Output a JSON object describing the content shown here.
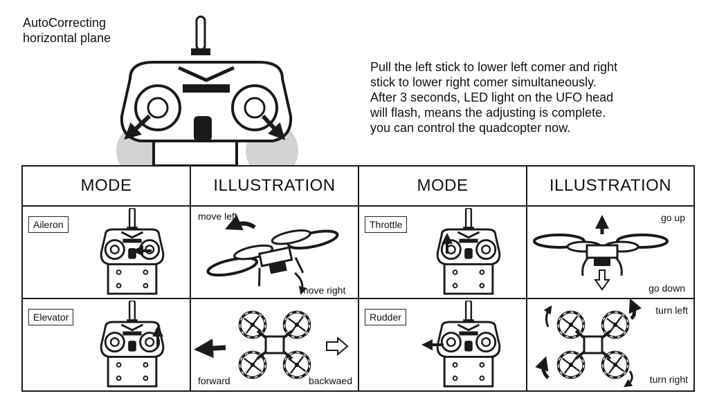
{
  "header": {
    "caption_lines": [
      "AutoCorrecting",
      "horizontal plane"
    ],
    "instruction_lines": [
      "Pull the left stick to lower left comer and right",
      "stick to lower right comer simultaneously.",
      "After 3 seconds, LED light on the UFO head",
      "will flash, means the adjusting is complete.",
      "you can control the quadcopter now."
    ]
  },
  "table": {
    "headers": [
      "MODE",
      "ILLUSTRATION",
      "MODE",
      "ILLUSTRATION"
    ],
    "modes": {
      "aileron": {
        "label": "Aileron",
        "illustration_labels": [
          "move left",
          "move right"
        ]
      },
      "throttle": {
        "label": "Throttle",
        "illustration_labels": [
          "go up",
          "go down"
        ]
      },
      "elevator": {
        "label": "Elevator",
        "illustration_labels": [
          "forward",
          "backwaed"
        ]
      },
      "rudder": {
        "label": "Rudder",
        "illustration_labels": [
          "turn left",
          "turn right"
        ]
      }
    }
  },
  "colors": {
    "ink": "#1a1a1a",
    "paper": "#ffffff",
    "hand_gray": "#cfcfcf"
  }
}
